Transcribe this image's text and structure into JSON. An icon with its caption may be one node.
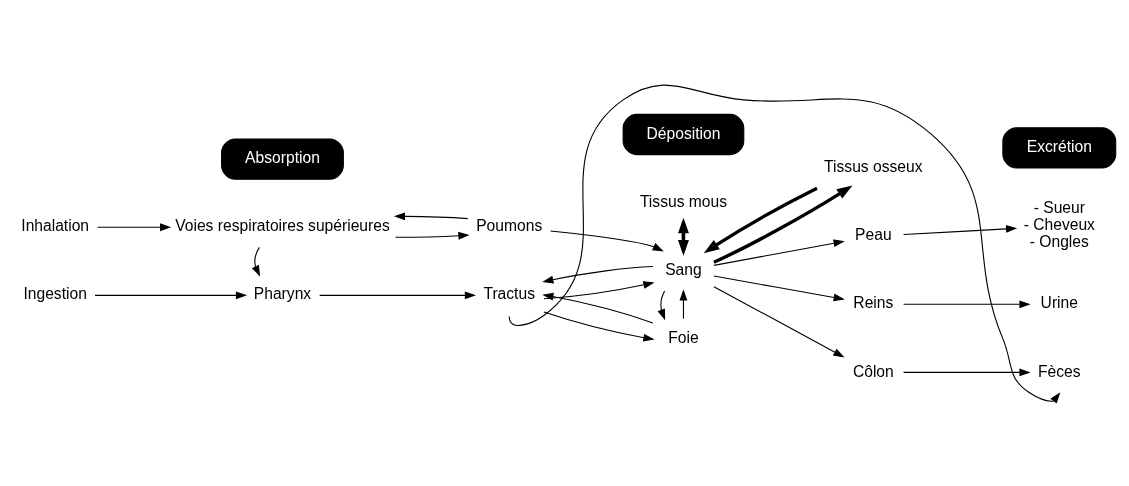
{
  "diagram": {
    "nodes": [
      {
        "text": [
          "Absorption"
        ]
      },
      {
        "text": [
          "Déposition"
        ]
      },
      {
        "text": [
          "Excrétion"
        ]
      },
      {
        "text": [
          "Inhalation"
        ]
      },
      {
        "text": [
          "Voies respiratoires supérieures"
        ]
      },
      {
        "text": [
          "Poumons"
        ]
      },
      {
        "text": [
          "Ingestion"
        ]
      },
      {
        "text": [
          "Pharynx"
        ]
      },
      {
        "text": [
          "Tractus"
        ]
      },
      {
        "text": [
          "Tissus mous"
        ]
      },
      {
        "text": [
          "Tissus osseux"
        ]
      },
      {
        "text": [
          "Sang"
        ]
      },
      {
        "text": [
          "Peau"
        ]
      },
      {
        "text": [
          "Reins"
        ]
      },
      {
        "text": [
          "Côlon"
        ]
      },
      {
        "text": [
          "Foie"
        ]
      },
      {
        "text": [
          "- Sueur",
          "- Cheveux",
          "- Ongles"
        ]
      },
      {
        "text": [
          "Urine"
        ]
      },
      {
        "text": [
          "Fèces"
        ]
      }
    ],
    "edges": [
      {
        "from": 3,
        "to": 4,
        "arrow": "to"
      },
      {
        "from": 4,
        "to": 5,
        "arrow": "to"
      },
      {
        "from": 5,
        "to": 4,
        "arrow": "to"
      },
      {
        "from": 4,
        "to": 7,
        "arrow": "to"
      },
      {
        "from": 6,
        "to": 7,
        "arrow": "to"
      },
      {
        "from": 5,
        "to": 11,
        "arrow": "to"
      },
      {
        "from": 7,
        "to": 8,
        "arrow": "to"
      },
      {
        "from": 11,
        "to": 8,
        "arrow": "to"
      },
      {
        "from": 8,
        "to": 11,
        "arrow": "to"
      },
      {
        "from": 15,
        "to": 8,
        "arrow": "to"
      },
      {
        "from": 8,
        "to": 15,
        "arrow": "to"
      },
      {
        "from": 11,
        "to": 9,
        "arrow": "to",
        "style": "thick"
      },
      {
        "from": 9,
        "to": 11,
        "arrow": "to",
        "style": "thick"
      },
      {
        "from": 11,
        "to": 10,
        "arrow": "to",
        "style": "thick"
      },
      {
        "from": 10,
        "to": 11,
        "arrow": "to",
        "style": "thick"
      },
      {
        "from": 15,
        "to": 11,
        "arrow": "to"
      },
      {
        "from": 11,
        "to": 15,
        "arrow": "to"
      },
      {
        "from": 11,
        "to": 12,
        "arrow": "to"
      },
      {
        "from": 11,
        "to": 13,
        "arrow": "to"
      },
      {
        "from": 11,
        "to": 14,
        "arrow": "to"
      },
      {
        "from": 12,
        "to": 16,
        "arrow": "to"
      },
      {
        "from": 13,
        "to": 17,
        "arrow": "to"
      },
      {
        "from": 14,
        "to": 18,
        "arrow": "to"
      },
      {
        "from": 8,
        "to": 18,
        "arrow": "to"
      }
    ]
  }
}
